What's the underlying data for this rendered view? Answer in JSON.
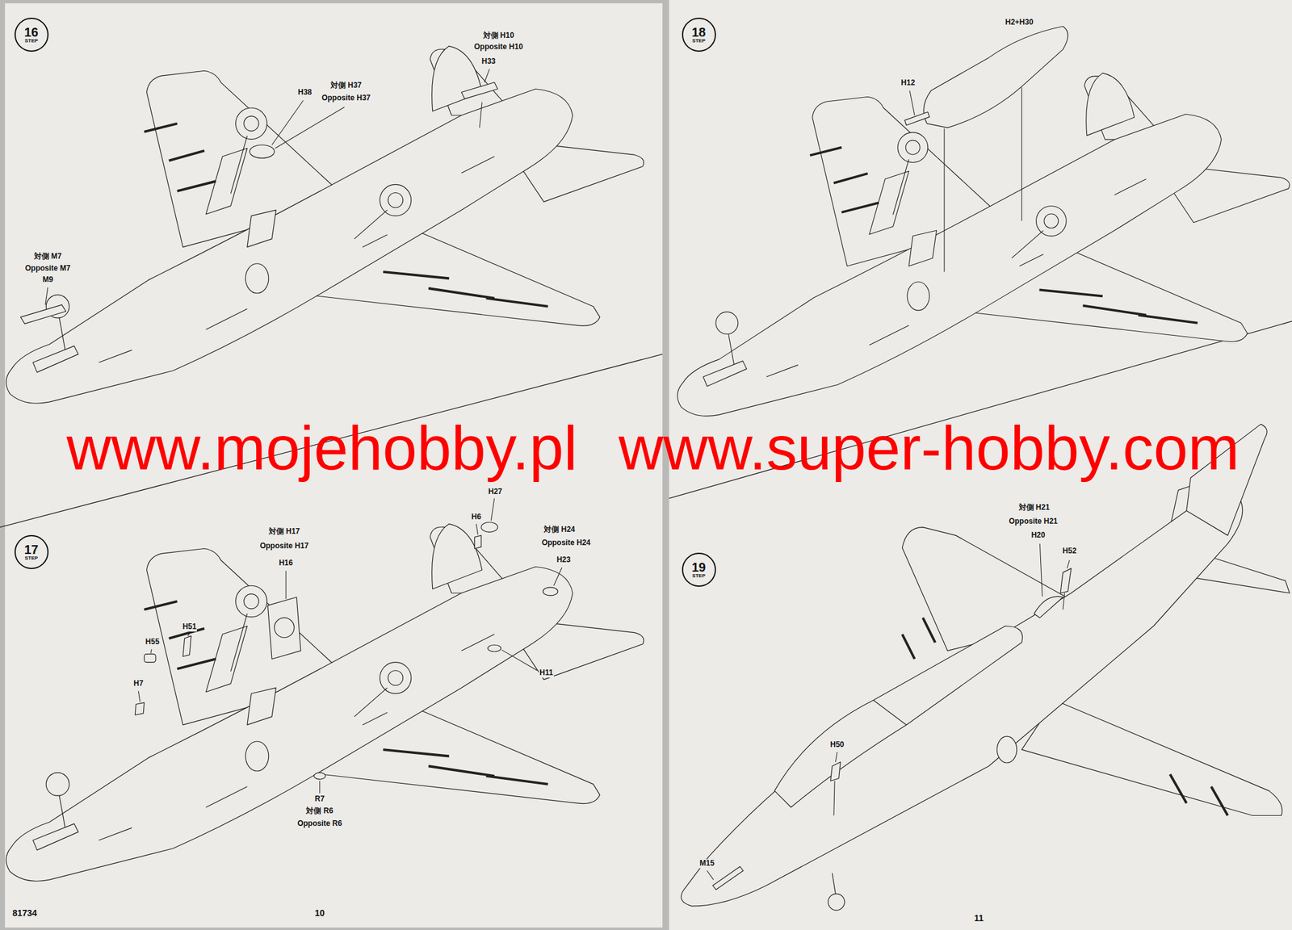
{
  "diagram": {
    "nodes": [
      {
        "text": [
          "16",
          "STEP"
        ]
      },
      {
        "text": [
          "17",
          "STEP"
        ]
      },
      {
        "text": [
          "18",
          "STEP"
        ]
      },
      {
        "text": [
          "19",
          "STEP"
        ]
      }
    ],
    "labels": [
      "対側 H10",
      "Opposite H10",
      "H33",
      "H38",
      "対側 H37",
      "Opposite H37",
      "対側 M7",
      "Opposite M7",
      "M9",
      "H27",
      "H6",
      "対側 H17",
      "Opposite H17",
      "H16",
      "対側 H24",
      "Opposite H24",
      "H23",
      "H11",
      "H55",
      "H51",
      "H7",
      "R7",
      "対側 R6",
      "Opposite R6",
      "H2+H30",
      "H12",
      "対側 H21",
      "Opposite H21",
      "H20",
      "H52",
      "H50",
      "M15",
      "www.mojehobby.pl",
      "www.super-hobby.com",
      "81734",
      "10",
      "11"
    ]
  }
}
